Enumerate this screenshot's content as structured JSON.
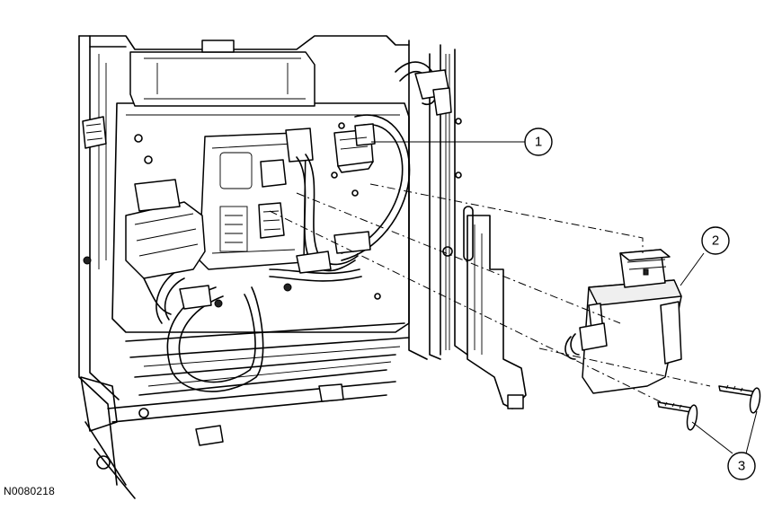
{
  "figure_id": "N0080218",
  "callouts": [
    {
      "number": "1"
    },
    {
      "number": "2"
    },
    {
      "number": "3"
    }
  ]
}
